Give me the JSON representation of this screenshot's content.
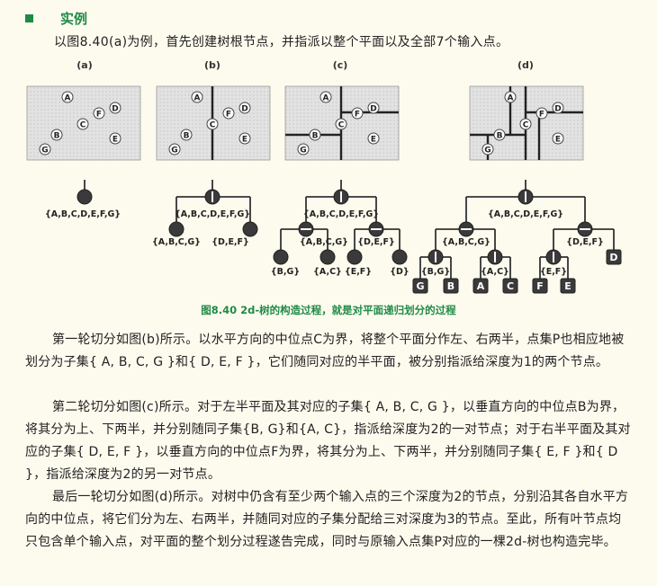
{
  "heading": "实例",
  "intro": "以图8.40(a)为例，首先创建树根节点，并指派以整个平面以及全部7个输入点。",
  "panel_labels": [
    "(a)",
    "(b)",
    "(c)",
    "(d)"
  ],
  "point_labels": [
    "A",
    "B",
    "C",
    "D",
    "E",
    "F",
    "G"
  ],
  "set_labels": {
    "all": "{A,B,C,D,E,F,G}",
    "abcg": "{A,B,C,G}",
    "def": "{D,E,F}",
    "bg": "{B,G}",
    "ac": "{A,C}",
    "ef": "{E,F}",
    "d": "{D}"
  },
  "leaf_labels": [
    "G",
    "B",
    "A",
    "C",
    "F",
    "E",
    "D"
  ],
  "caption": "图8.40 2d-树的构造过程，就是对平面递归划分的过程",
  "paragraphs": [
    "第一轮切分如图(b)所示。以水平方向的中位点C为界，将整个平面分作左、右两半，点集P也相应地被划分为子集{ A, B, C, G }和{ D, E, F }，它们随同对应的半平面，被分别指派给深度为1的两个节点。",
    "第二轮切分如图(c)所示。对于左半平面及其对应的子集{ A, B, C, G }，以垂直方向的中位点B为界，将其分为上、下两半，并分别随同子集{B, G}和{A, C}，指派给深度为2的一对节点；对于右半平面及其对应的子集{ D, E, F }，以垂直方向的中位点F为界，将其分为上、下两半，并分别随同子集{ E, F }和{ D }，指派给深度为2的另一对节点。",
    "最后一轮切分如图(d)所示。对树中仍含有至少两个输入点的三个深度为2的节点，分别沿其各自水平方向的中位点，将它们分为左、右两半，并随同对应的子集分配给三对深度为3的节点。至此，所有叶节点均只包含单个输入点，对平面的整个划分过程遂告完成，同时与原输入点集P对应的一棵2d-树也构造完毕。"
  ]
}
